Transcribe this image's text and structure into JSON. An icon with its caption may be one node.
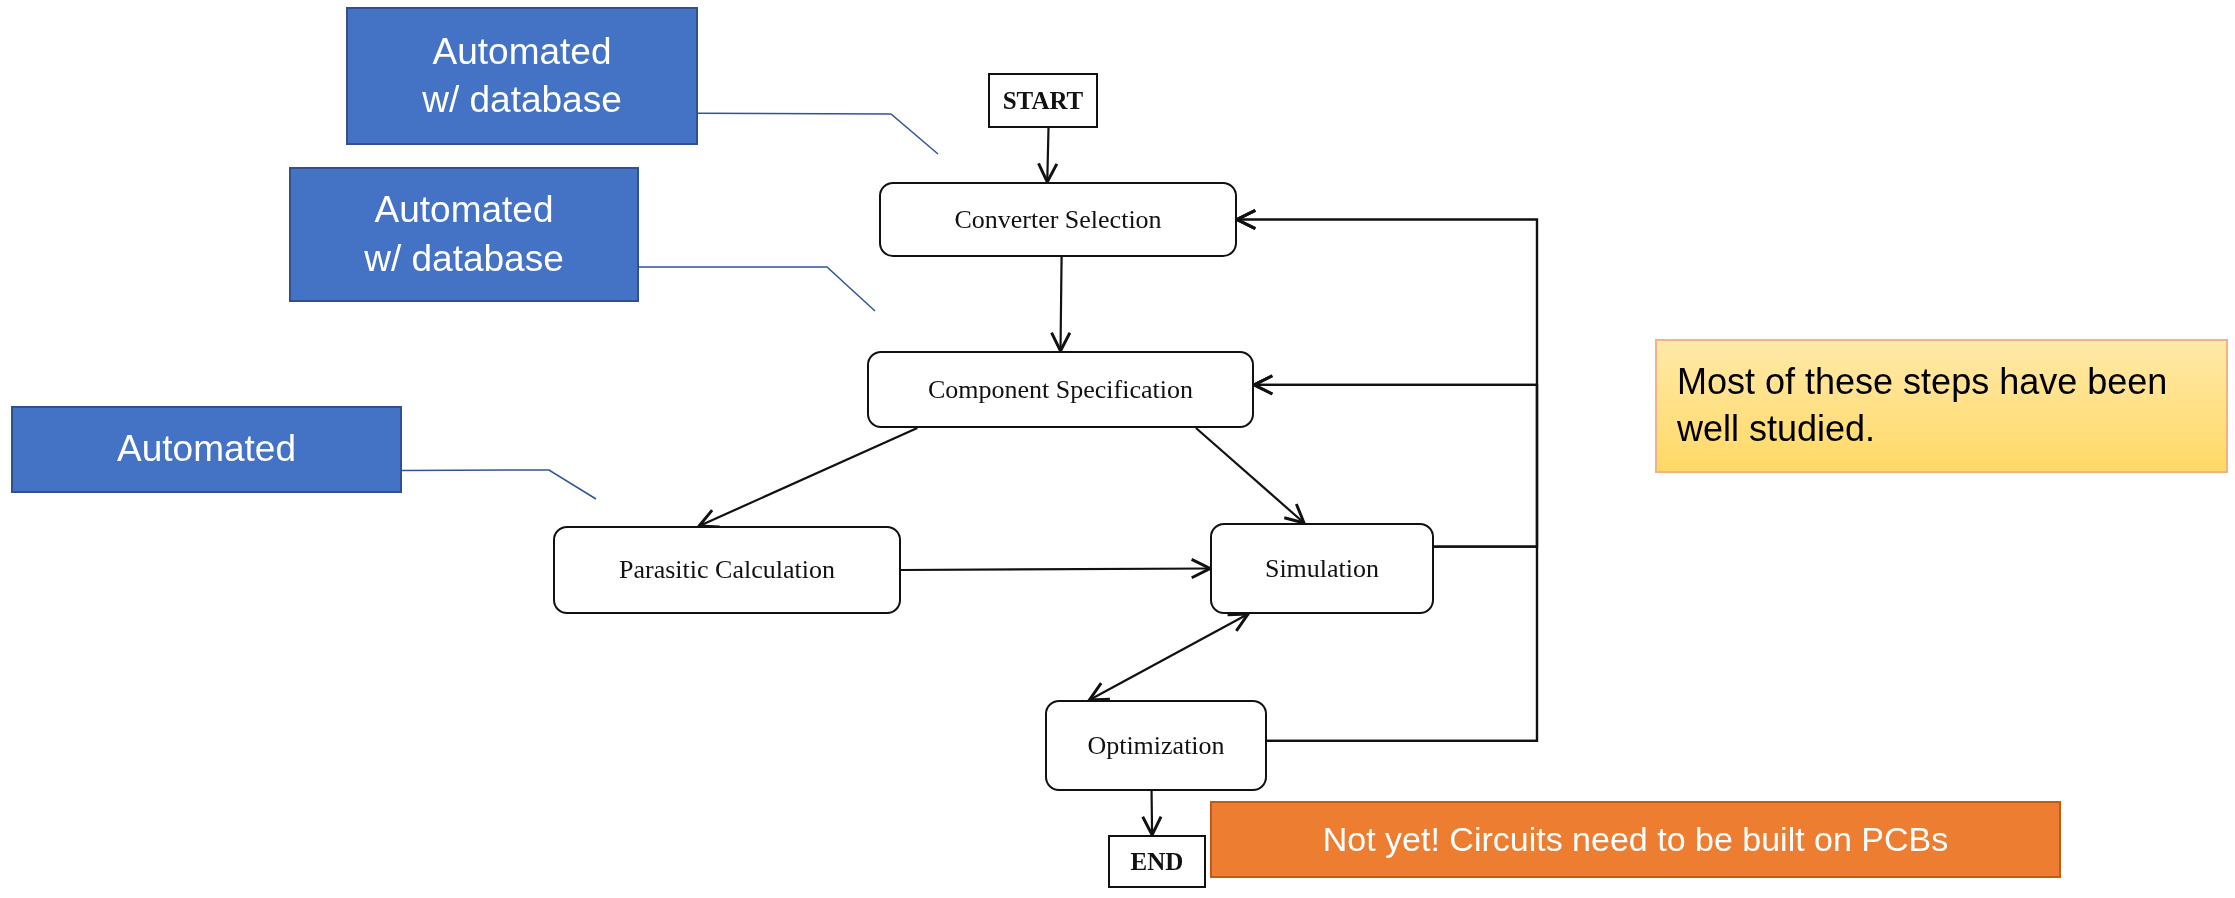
{
  "diagram": {
    "nodes": [
      {
        "text": [
          "Automated w/ database"
        ]
      },
      {
        "text": [
          "START"
        ]
      },
      {
        "text": [
          "Automated w/ database"
        ]
      },
      {
        "text": [
          "Converter Selection"
        ]
      },
      {
        "text": [
          "Component Specification"
        ]
      },
      {
        "text": [
          "Most of these steps have been well studied."
        ]
      },
      {
        "text": [
          "Automated"
        ]
      },
      {
        "text": [
          "Parasitic Calculation"
        ]
      },
      {
        "text": [
          "Simulation"
        ]
      },
      {
        "text": [
          "Optimization"
        ]
      },
      {
        "text": [
          "END"
        ]
      },
      {
        "text": [
          "Not yet! Circuits need to be built on PCBs"
        ]
      }
    ],
    "edges": [
      {
        "from": 1,
        "to": 3,
        "arrow": "to"
      },
      {
        "from": 3,
        "to": 4,
        "arrow": "to"
      },
      {
        "from": 4,
        "to": 7,
        "arrow": "to"
      },
      {
        "from": 4,
        "to": 8,
        "arrow": "to"
      },
      {
        "from": 7,
        "to": 8,
        "arrow": "to"
      },
      {
        "from": 8,
        "to": 9,
        "arrow": "both"
      },
      {
        "from": 9,
        "to": 10,
        "arrow": "to"
      },
      {
        "from": 8,
        "to": 3,
        "arrow": "to"
      },
      {
        "from": 8,
        "to": 4,
        "arrow": "to"
      },
      {
        "from": 9,
        "to": 3,
        "arrow": "to"
      },
      {
        "from": 9,
        "to": 4,
        "arrow": "to"
      },
      {
        "from": 0,
        "to": null,
        "arrow": "none",
        "color": "#2f5597"
      },
      {
        "from": 2,
        "to": null,
        "arrow": "none",
        "color": "#2f5597"
      },
      {
        "from": 6,
        "to": null,
        "arrow": "none",
        "color": "#2f5597"
      }
    ]
  }
}
